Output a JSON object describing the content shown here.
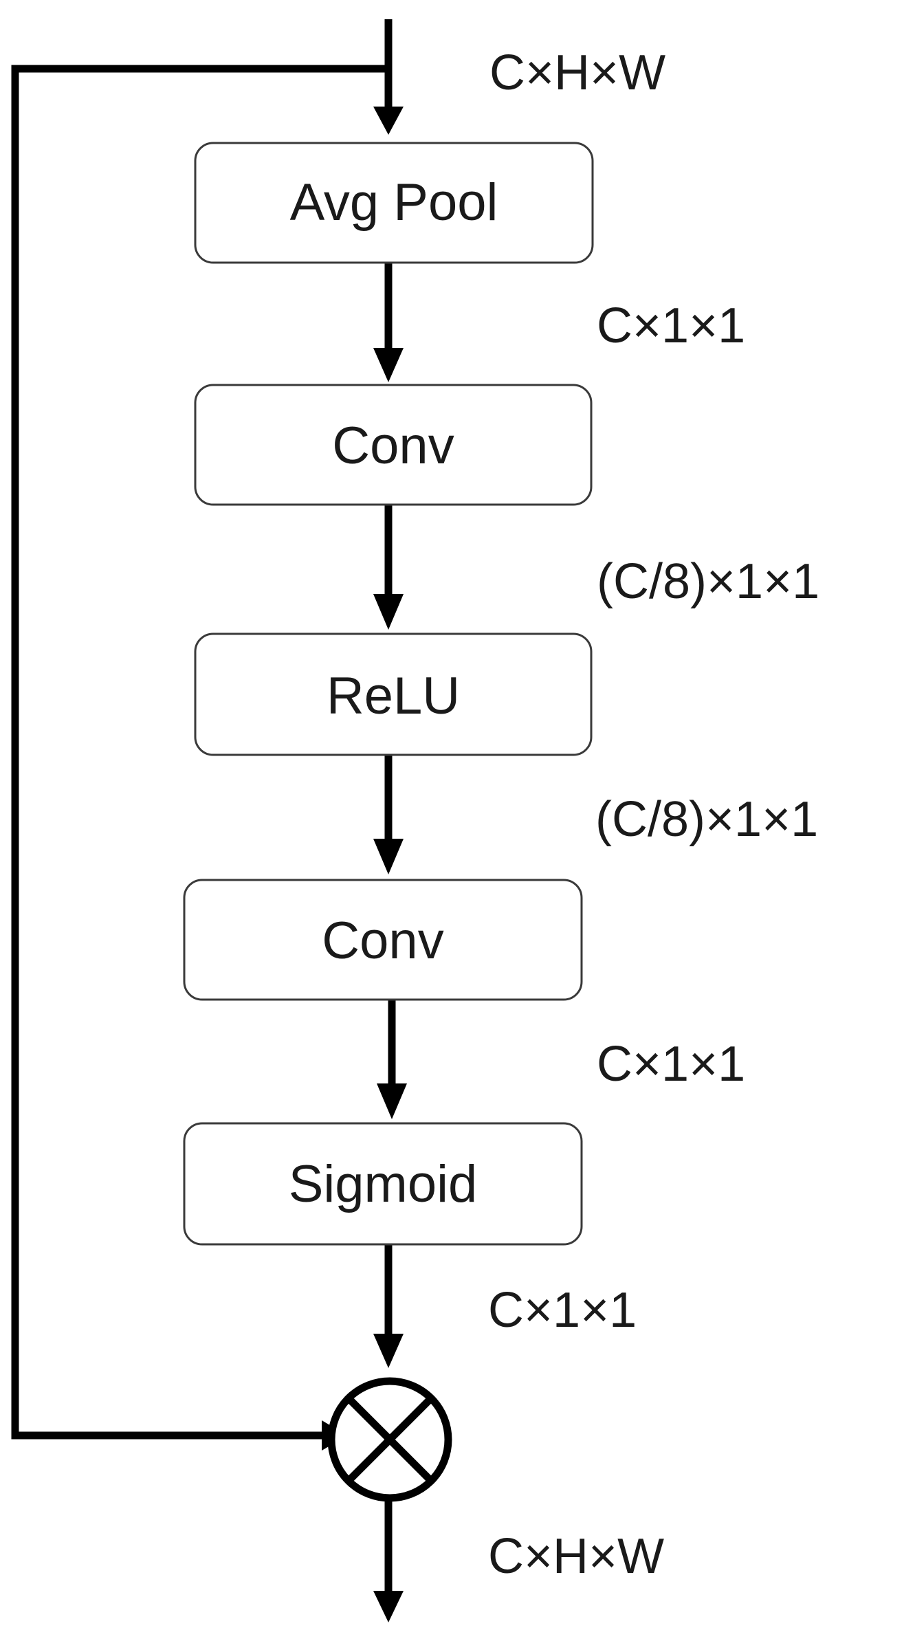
{
  "nodes": {
    "avg_pool": "Avg Pool",
    "conv_1": "Conv",
    "relu": "ReLU",
    "conv_2": "Conv",
    "sigmoid": "Sigmoid"
  },
  "dims": {
    "input": "C×H×W",
    "after_pool": "C×1×1",
    "after_conv_1": "(C/8)×1×1",
    "after_relu": "(C/8)×1×1",
    "after_conv_2": "C×1×1",
    "after_sigmoid": "C×1×1",
    "output": "C×H×W"
  },
  "operator": {
    "icon": "multiply-circle-icon"
  }
}
